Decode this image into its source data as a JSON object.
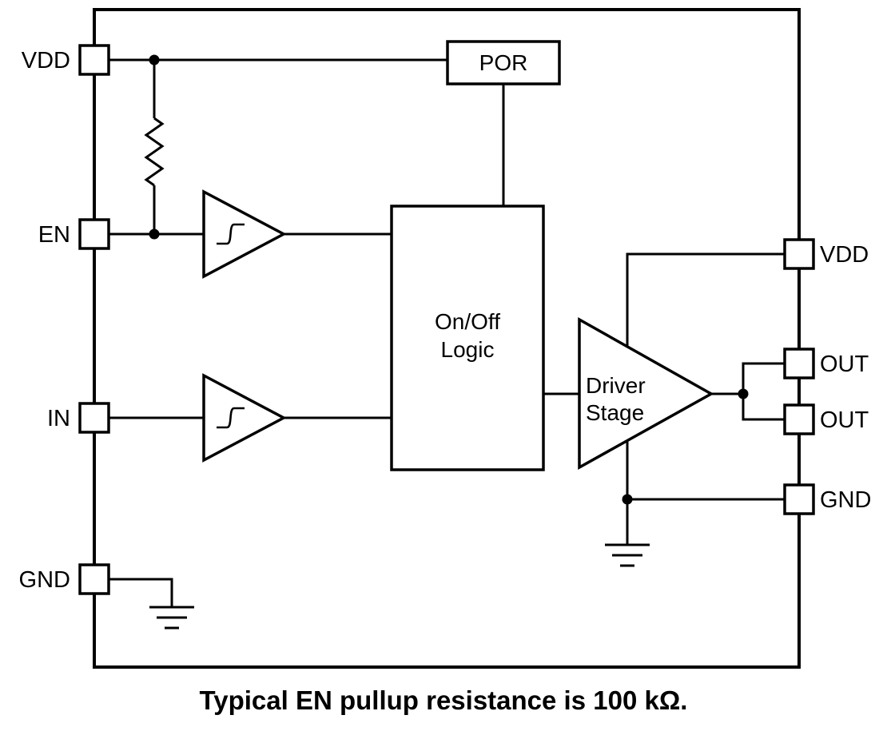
{
  "diagram": {
    "pins_left": [
      {
        "label": "VDD"
      },
      {
        "label": "EN"
      },
      {
        "label": "IN"
      },
      {
        "label": "GND"
      }
    ],
    "pins_right": [
      {
        "label": "VDD"
      },
      {
        "label": "OUT"
      },
      {
        "label": "OUT"
      },
      {
        "label": "GND"
      }
    ],
    "blocks": {
      "por": "POR",
      "logic_line1": "On/Off",
      "logic_line2": "Logic",
      "driver_line1": "Driver",
      "driver_line2": "Stage"
    },
    "caption": "Typical EN pullup resistance is 100 kΩ."
  },
  "colors": {
    "stroke": "#000000",
    "background": "#ffffff"
  }
}
